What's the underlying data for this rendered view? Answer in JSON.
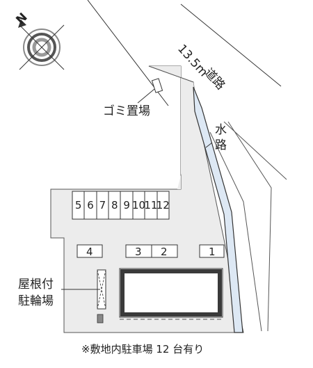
{
  "compass": {
    "north_label": "N",
    "icon": "compass-rose-icon"
  },
  "road": {
    "width": "13.5m",
    "name": "道路"
  },
  "waterway": {
    "label": "水路"
  },
  "garbage": {
    "label": "ゴミ置場"
  },
  "bicycle": {
    "label_line1": "屋根付",
    "label_line2": "駐輪場"
  },
  "spaces": {
    "top_row": [
      "5",
      "6",
      "7",
      "8",
      "9",
      "10",
      "11",
      "12"
    ],
    "space_4": "4",
    "space_3": "3",
    "space_2": "2",
    "space_1": "1"
  },
  "caption": "※敷地内駐車場 12 台有り",
  "colors": {
    "lot": "#ececec",
    "building": "#3a3a3a",
    "waterway": "#dde8f4",
    "lines": "#333333"
  }
}
